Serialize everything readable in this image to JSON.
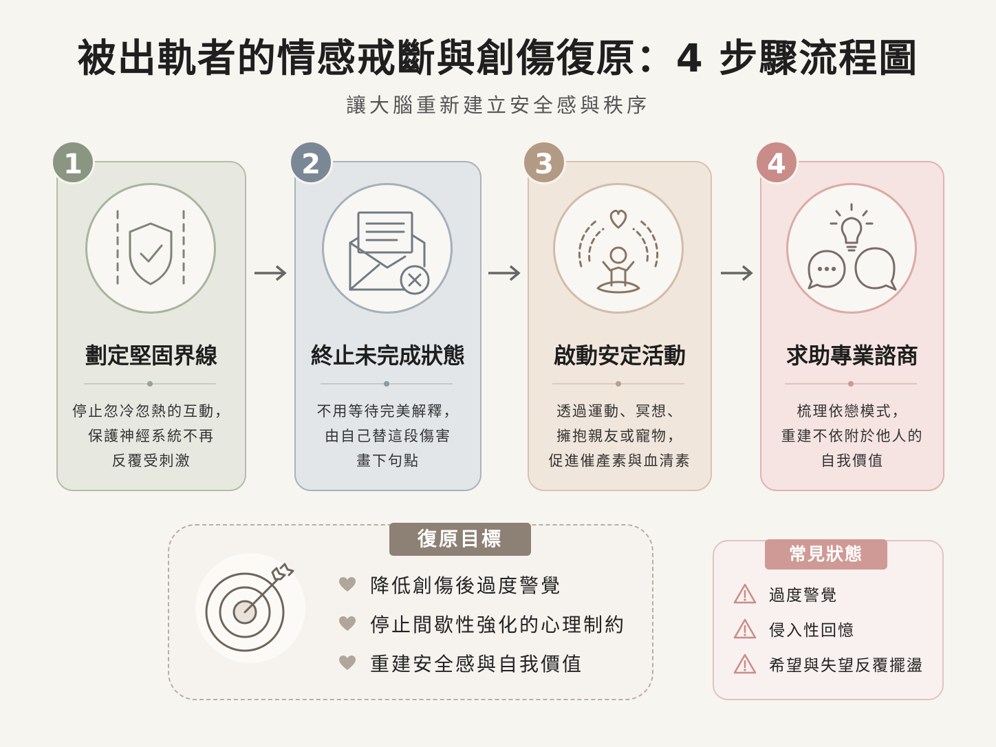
{
  "header": {
    "title": "被出軌者的情感戒斷與創傷復原：4 步驟流程圖",
    "subtitle": "讓大腦重新建立安全感與秩序"
  },
  "steps": [
    {
      "number": "1",
      "title": "劃定堅固界線",
      "description": "停止忽冷忽熱的互動，\n保護神經系統不再\n反覆受刺激",
      "icon": "shield-check-icon",
      "color": "#8a9682"
    },
    {
      "number": "2",
      "title": "終止未完成狀態",
      "description": "不用等待完美解釋，\n由自己替這段傷害\n畫下句點",
      "icon": "open-envelope-x-icon",
      "color": "#7a8896"
    },
    {
      "number": "3",
      "title": "啟動安定活動",
      "description": "透過運動、冥想、\n擁抱親友或寵物，\n促進催產素與血清素",
      "icon": "meditation-heart-icon",
      "color": "#b39a84"
    },
    {
      "number": "4",
      "title": "求助專業諮商",
      "description": "梳理依戀模式，\n重建不依附於他人的\n自我價值",
      "icon": "lightbulb-chat-icon",
      "color": "#c98c88"
    }
  ],
  "goals": {
    "label": "復原目標",
    "icon": "target-arrow-icon",
    "items": [
      "降低創傷後過度警覺",
      "停止間歇性強化的心理制約",
      "重建安全感與自我價值"
    ]
  },
  "states": {
    "label": "常見狀態",
    "icon": "warning-triangle-icon",
    "items": [
      "過度警覺",
      "侵入性回憶",
      "希望與失望反覆擺盪"
    ]
  }
}
